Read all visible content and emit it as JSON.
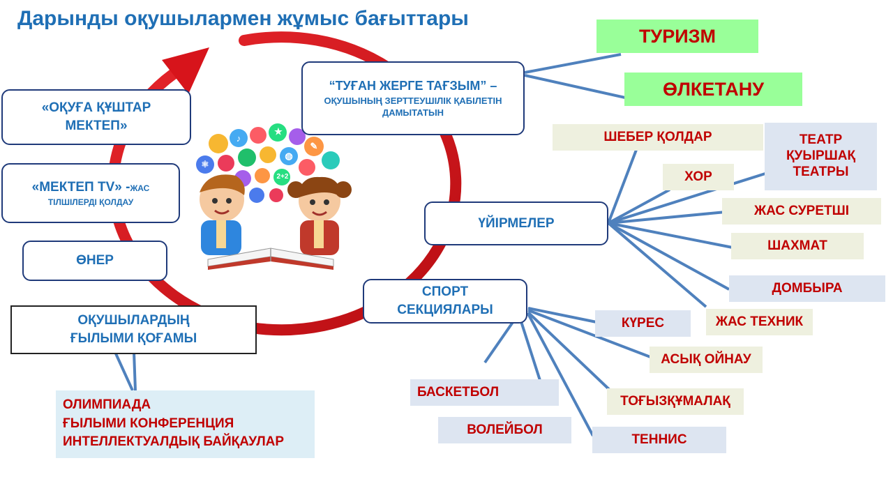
{
  "title": "Дарынды оқушылармен жұмыс бағыттары",
  "left_boxes": {
    "okuga_line1": "«ОҚУҒА ҚҰШТАР",
    "okuga_line2": "МЕКТЕП»",
    "mektep_main": "«МЕКТЕП TV» -",
    "mektep_small": "ЖАС",
    "mektep_line2": "ТІЛШІЛЕРДІ ҚОЛДАУ",
    "oner": "ӨНЕР",
    "gylymi_line1": "ОҚУШЫЛАРДЫҢ",
    "gylymi_line2": "ҒЫЛЫМИ ҚОҒАМЫ"
  },
  "olimpiada": [
    "ОЛИМПИАДА",
    "ҒЫЛЫМИ КОНФЕРЕНЦИЯ",
    "ИНТЕЛЛЕКТУАЛДЫҚ БАЙҚАУЛАР"
  ],
  "tugan": {
    "line1": "“ТУҒАН ЖЕРГЕ ТАҒЗЫМ” –",
    "line2": "ОҚУШЫНЫҢ ЗЕРТТЕУШІЛІК ҚАБІЛЕТІН",
    "line3": "ДАМЫТАТЫН"
  },
  "turizm": "ТУРИЗМ",
  "olketanu": "ӨЛКЕТАНУ",
  "uirmeler": "ҮЙІРМЕЛЕР",
  "uirme_items": {
    "sheber": "ШЕБЕР ҚОЛДАР",
    "teatr_line1": "ТЕАТР",
    "teatr_line2": "ҚУЫРШАҚ",
    "teatr_line3": "ТЕАТРЫ",
    "hor": "ХОР",
    "suretshi": "ЖАС СУРЕТШІ",
    "shahmat": "ШАХМАТ",
    "dombyra": "ДОМБЫРА",
    "tehnik": "ЖАС ТЕХНИК"
  },
  "sport": {
    "line1": "СПОРТ",
    "line2": "СЕКЦИЯЛАРЫ"
  },
  "sport_items": {
    "kures": "КҮРЕС",
    "asyk": "АСЫҚ ОЙНАУ",
    "togyz": "ТОҒЫЗҚҰМАЛАҚ",
    "basketbol": "БАСКЕТБОЛ",
    "voleibol": "ВОЛЕЙБОЛ",
    "tennis": "ТЕННИС"
  },
  "illustration_glyphs": {
    "plus": "2+2",
    "music": "♪",
    "atom": "⚛",
    "star": "★",
    "book": "✎",
    "globe": "◍"
  },
  "colors": {
    "title_blue": "#1f6fb5",
    "box_border": "#1f3a7a",
    "item_red": "#c00000",
    "arrow_red": "#d7141b",
    "line_blue": "#4f81bd",
    "green_fill": "#99ff99",
    "beige_fill": "#eef0df",
    "blue_fill": "#dde5f1",
    "light_blue_fill": "#ddeef6"
  }
}
